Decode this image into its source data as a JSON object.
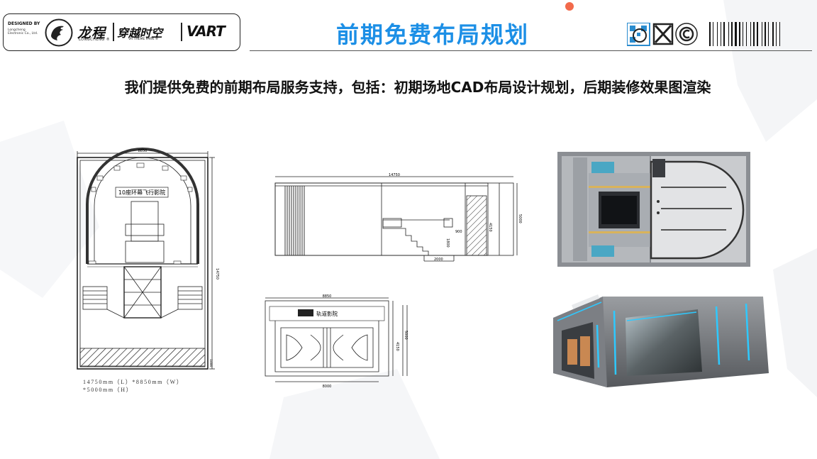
{
  "header": {
    "designed_by": "DESIGNED BY",
    "company_small": "Longcheng Electronic Co., Ltd.",
    "brand_cn": "龙程",
    "brand_en": "LONGCHENG ®",
    "brand2_cn": "穿越时空",
    "brand2_en": "VR THEME PARK ®",
    "brand3": "VART"
  },
  "page_title": "前期免费布局规划",
  "subtitle": "我们提供免费的前期布局服务支持，包括：初期场地CAD布局设计规划，后期装修效果图渲染",
  "plan_floor": {
    "width_label": "8850",
    "length_label": "14750",
    "inner_label": "1480",
    "room_label": "10座环幕飞行影院",
    "dims_line1": "14750mm（L）*8850mm（W）",
    "dims_line2": "*5000mm（H）"
  },
  "plan_section": {
    "length_label": "14750",
    "height_label": "5000",
    "h1": "4150",
    "h2": "900",
    "h3": "1800",
    "base": "2000"
  },
  "plan_front": {
    "width_label": "8850",
    "inner_width": "8000",
    "h1": "4150",
    "h2": "5000",
    "sign": "轨道影院"
  },
  "colors": {
    "title_blue": "#1c8fe6",
    "cyan_light": "#2ec9ff",
    "grey_shell": "#6b6e72"
  }
}
